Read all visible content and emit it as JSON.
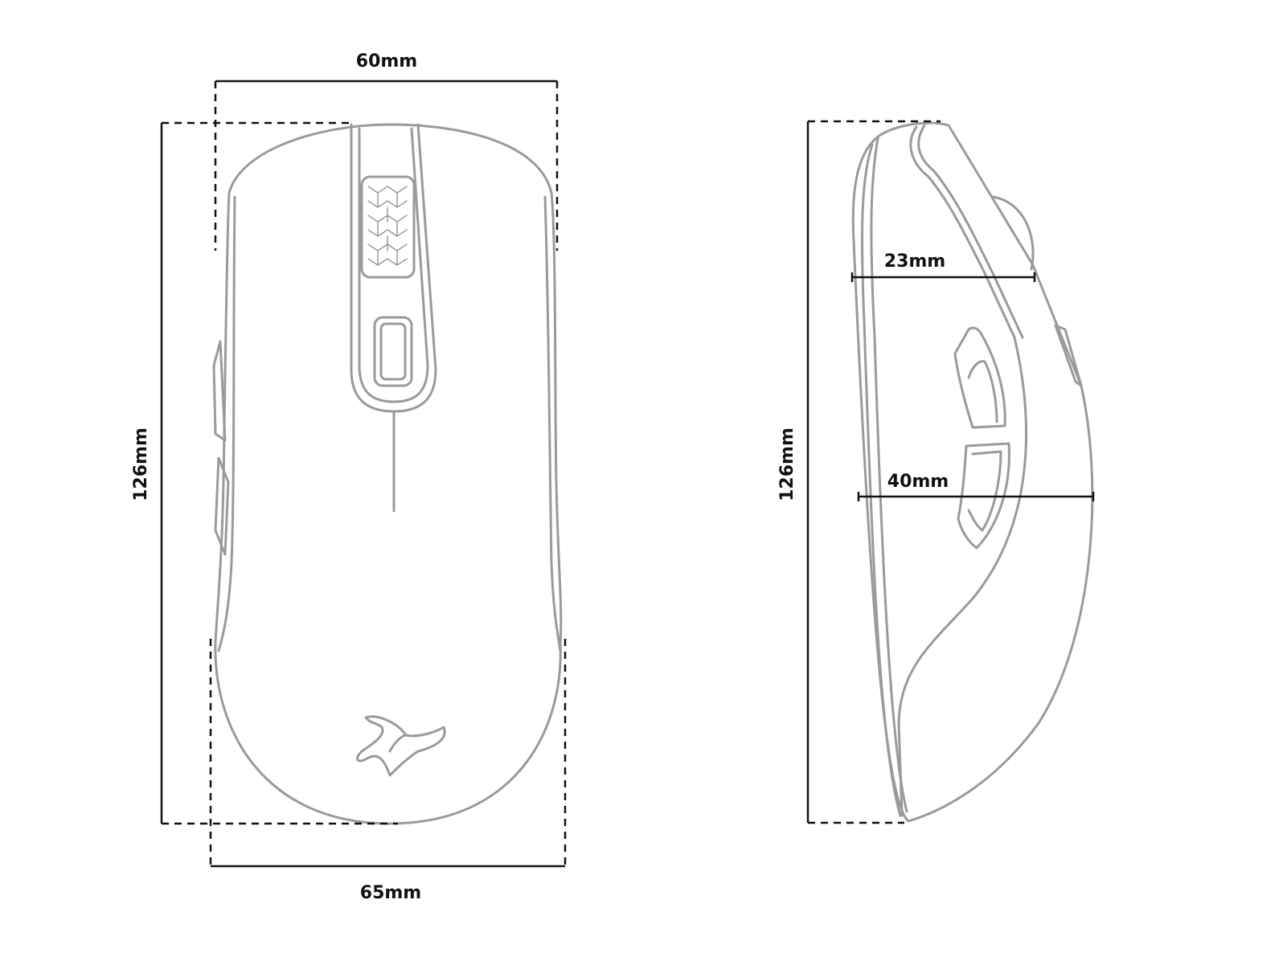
{
  "top_view": {
    "width_top_label": "60mm",
    "width_bottom_label": "65mm",
    "length_label": "126mm"
  },
  "side_view": {
    "length_label": "126mm",
    "height_front_label": "23mm",
    "height_max_label": "40mm"
  },
  "colors": {
    "outline": "#9a9a9a",
    "dimension": "#111111"
  }
}
